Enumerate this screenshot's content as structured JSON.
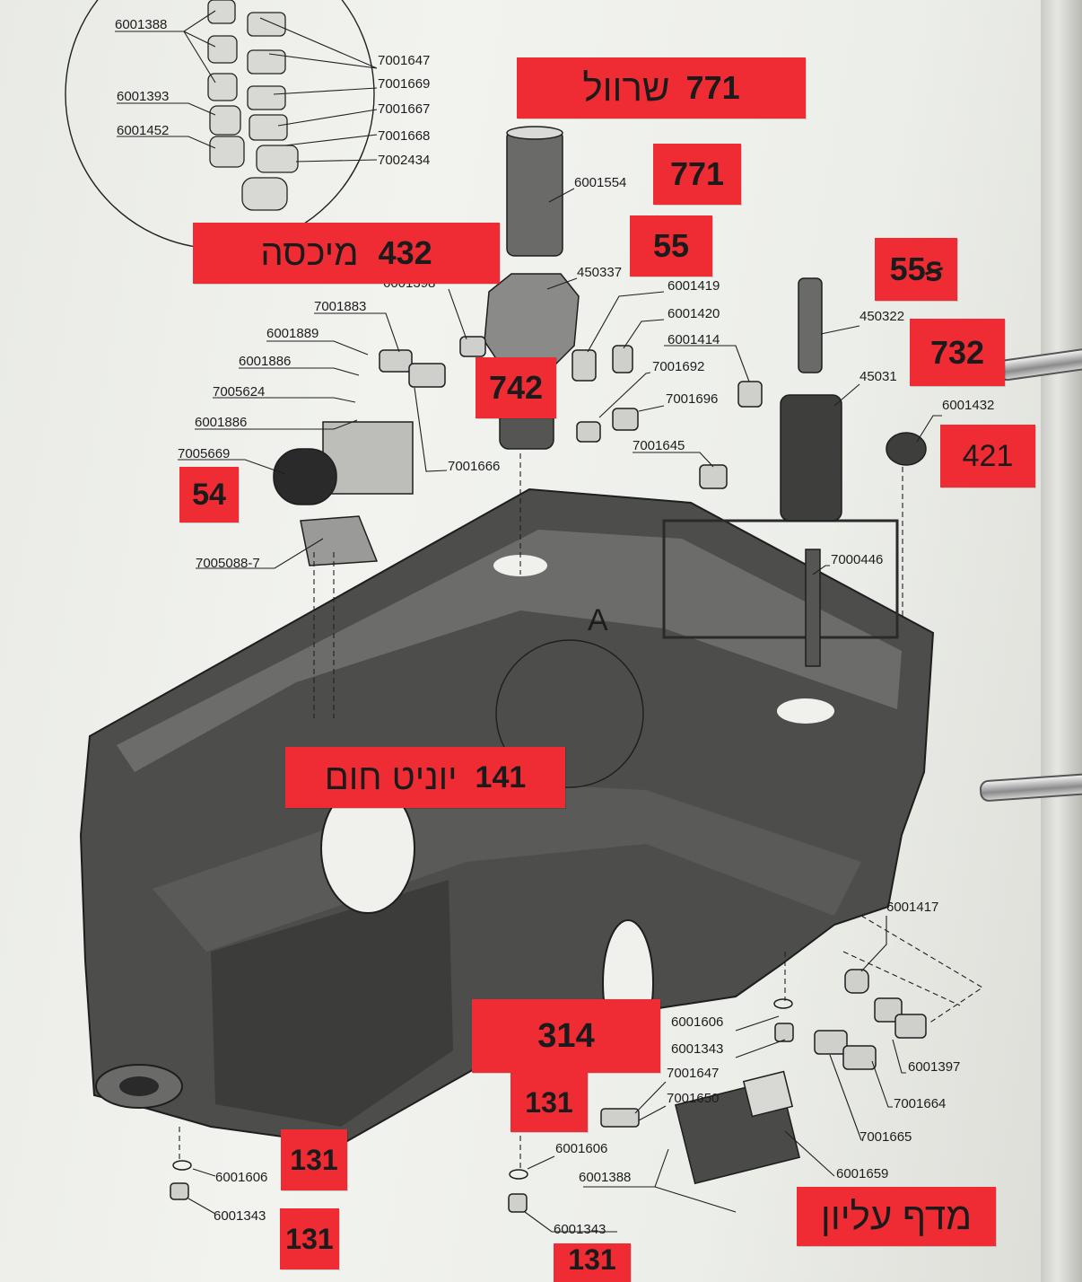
{
  "part_numbers": {
    "p6001388a": "6001388",
    "p6001393": "6001393",
    "p6001452": "6001452",
    "p7001647a": "7001647",
    "p7001669": "7001669",
    "p7001667": "7001667",
    "p7001668": "7001668",
    "p7002434": "7002434",
    "p6001554": "6001554",
    "p450337": "450337",
    "p6001398": "6001398",
    "p6001419": "6001419",
    "p6001420": "6001420",
    "p6001414": "6001414",
    "p7001692": "7001692",
    "p7001696": "7001696",
    "p7001645": "7001645",
    "p7001666": "7001666",
    "p7001883": "7001883",
    "p6001889": "6001889",
    "p6001886a": "6001886",
    "p7005624": "7005624",
    "p6001886b": "6001886",
    "p7005669": "7005669",
    "p7005088": "7005088-7",
    "p450322": "450322",
    "p45031x": "45031",
    "p6001432": "6001432",
    "p7000446": "7000446",
    "pA": "A",
    "p6001417": "6001417",
    "p6001606a": "6001606",
    "p6001343a": "6001343",
    "p7001647b": "7001647",
    "p7001650": "7001650",
    "p6001606b": "6001606",
    "p6001388b": "6001388",
    "p6001343b": "6001343",
    "p6001659": "6001659",
    "p6001397": "6001397",
    "p7001664": "7001664",
    "p7001665": "7001665",
    "p6001606c": "6001606",
    "p6001343c": "6001343"
  },
  "stickers": {
    "t1_num": "771",
    "t1_word": "שרוול",
    "t2": "771",
    "t3_num": "432",
    "t3_word": "מיכסה",
    "t4": "55",
    "t5": "55ꞩ",
    "t6": "732",
    "t7": "742",
    "t8": "421",
    "t9": "54",
    "t10_num": "141",
    "t10_word": "יוניט חום",
    "t11": "314",
    "t12": "131",
    "t13": "131",
    "t14": "131",
    "t15": "מדף עליון",
    "t16": "131"
  },
  "colors": {
    "sticker_red": "#ef2c34",
    "frame_dark": "#4a4a4a",
    "paper": "#f0f1ec"
  }
}
